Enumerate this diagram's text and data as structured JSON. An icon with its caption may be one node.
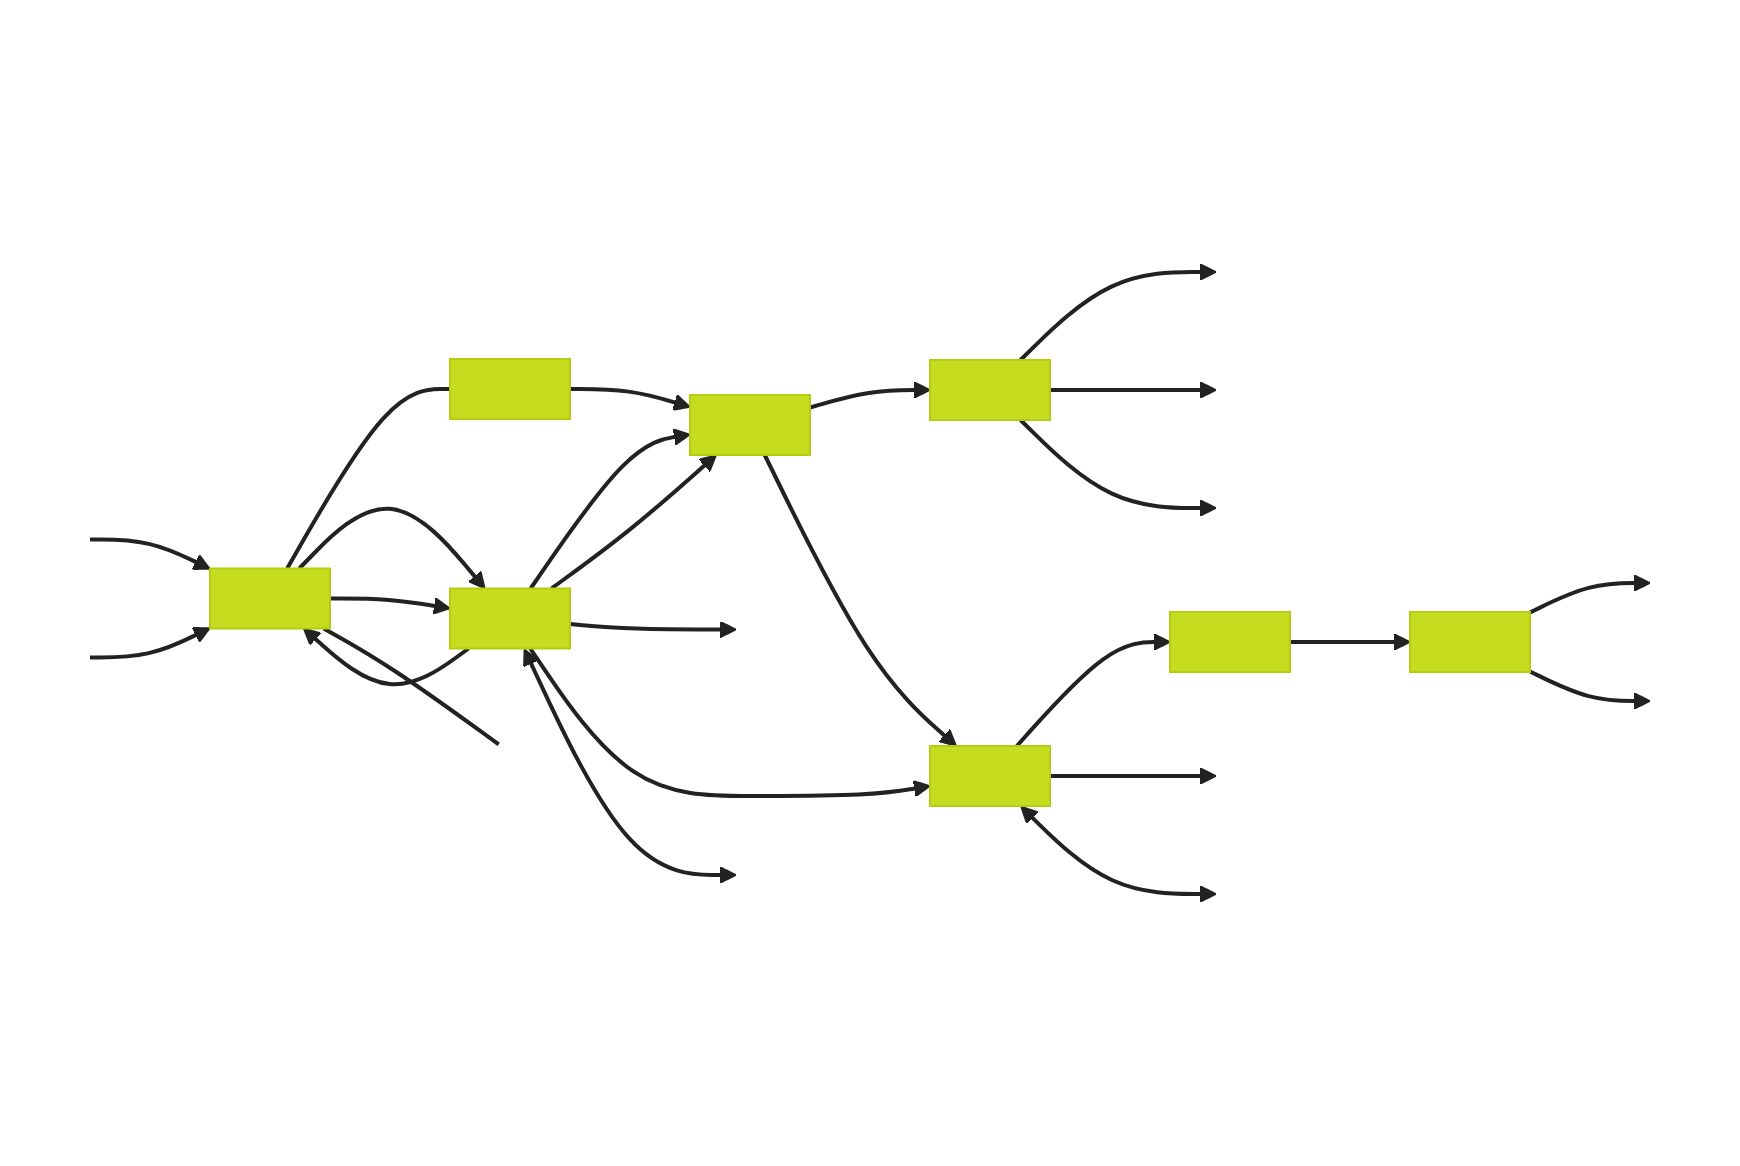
{
  "diagram": {
    "nodes": [
      {
        "text": [],
        "shape": "box"
      },
      {
        "text": [],
        "shape": "box"
      },
      {
        "text": [],
        "shape": "box"
      },
      {
        "text": [],
        "shape": "box"
      },
      {
        "text": [],
        "shape": "box"
      },
      {
        "text": [],
        "shape": "box"
      },
      {
        "text": [],
        "shape": "box"
      },
      {
        "text": [],
        "shape": "box"
      }
    ],
    "edges": [
      {
        "from": null,
        "to": 4,
        "arrow": "to"
      },
      {
        "from": null,
        "to": 4,
        "arrow": "to"
      },
      {
        "from": 4,
        "to": 0,
        "arrow": "none"
      },
      {
        "from": 4,
        "to": 5,
        "arrow": "to"
      },
      {
        "from": 4,
        "to": 5,
        "arrow": "to"
      },
      {
        "from": 5,
        "to": 4,
        "arrow": "to"
      },
      {
        "from": 0,
        "to": 6,
        "arrow": "to"
      },
      {
        "from": 5,
        "to": 6,
        "arrow": "to"
      },
      {
        "from": 5,
        "to": 6,
        "arrow": "to"
      },
      {
        "from": 6,
        "to": 1,
        "arrow": "to"
      },
      {
        "from": 1,
        "to": null,
        "arrow": "to"
      },
      {
        "from": 1,
        "to": null,
        "arrow": "to"
      },
      {
        "from": 1,
        "to": null,
        "arrow": "to"
      },
      {
        "from": 6,
        "to": 7,
        "arrow": "to"
      },
      {
        "from": 7,
        "to": 3,
        "arrow": "to"
      },
      {
        "from": 3,
        "to": 2,
        "arrow": "to"
      },
      {
        "from": 2,
        "to": null,
        "arrow": "to"
      },
      {
        "from": 2,
        "to": null,
        "arrow": "to"
      },
      {
        "from": 7,
        "to": null,
        "arrow": "to"
      },
      {
        "from": 5,
        "to": null,
        "arrow": "to"
      },
      {
        "from": 5,
        "to": 7,
        "arrow": "to"
      },
      {
        "from": 5,
        "to": null,
        "arrow": "both"
      },
      {
        "from": 7,
        "to": null,
        "arrow": "both"
      },
      {
        "from": 4,
        "to": null,
        "arrow": "none"
      }
    ]
  }
}
